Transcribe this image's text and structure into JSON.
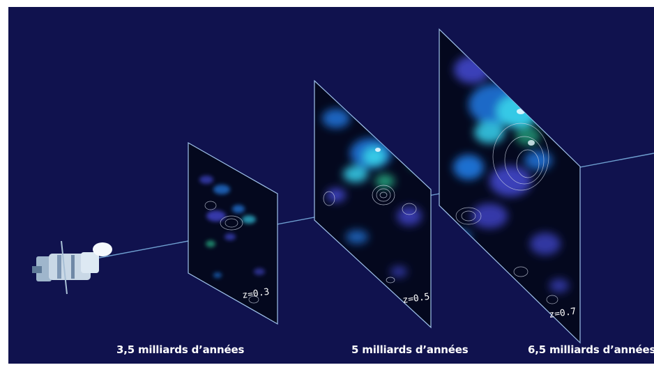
{
  "panels": [
    {
      "redshift_label": "z=0.3",
      "caption": "3,5 milliards d’années"
    },
    {
      "redshift_label": "z=0.5",
      "caption": "5 milliards d’années"
    },
    {
      "redshift_label": "z=0.7",
      "caption": "6,5 milliards d’années"
    }
  ],
  "colors": {
    "background": "#10124e",
    "panel_fill": "#04081e",
    "sightline": "#6f9fd0",
    "caption_text": "#ffffff",
    "contours": "#cfd6e6",
    "mass_dense": "#34c9e6",
    "mass_mid": "#1e6fd0",
    "mass_green": "#2fd09a",
    "mass_faint": "#3a3fb8",
    "mass_peak": "#e6f7ff"
  },
  "icons": [
    "telescope-icon"
  ]
}
